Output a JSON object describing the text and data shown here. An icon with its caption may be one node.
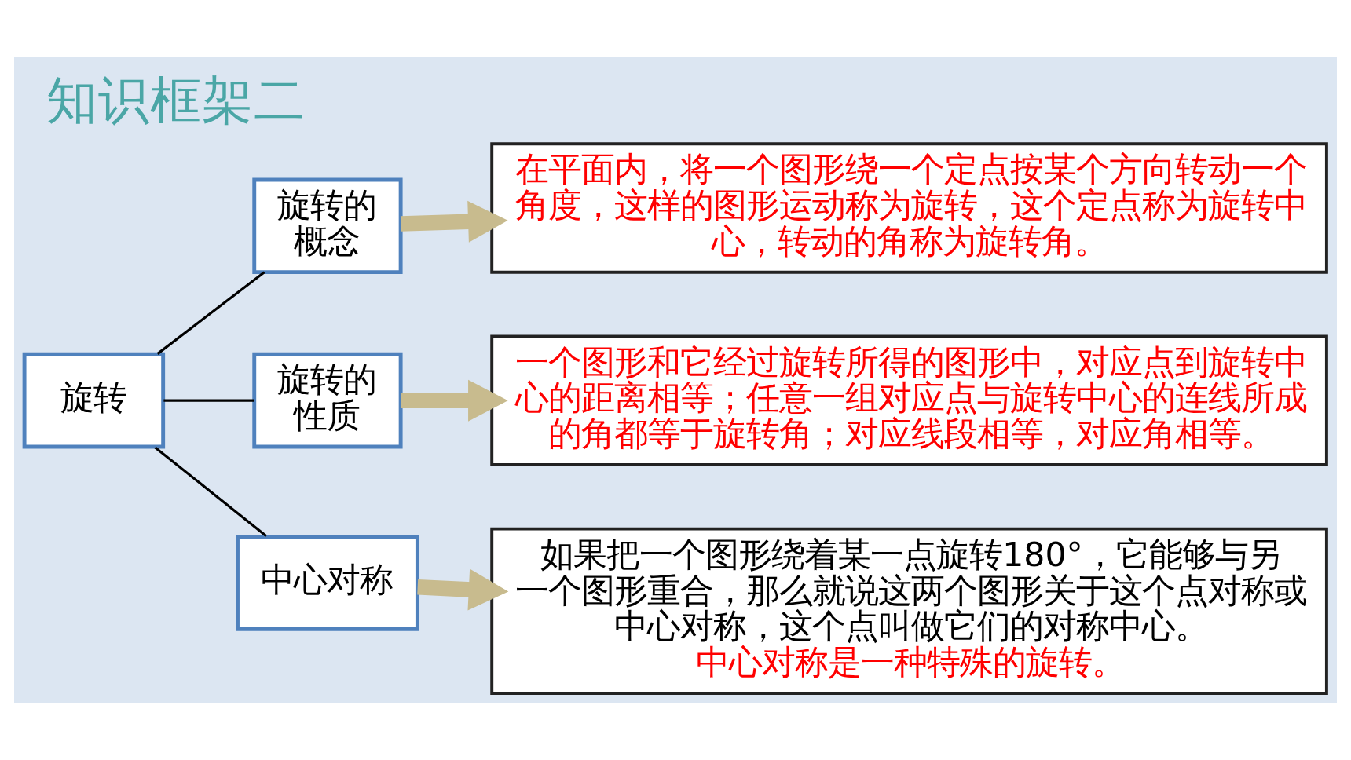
{
  "diagram": {
    "title": "知识框架二",
    "nodes": [
      {
        "text": [
          "旋转"
        ]
      },
      {
        "text": [
          "旋转的概念"
        ]
      },
      {
        "text": [
          "在平面内，将一个图形绕一个定点按某个方向转动一个角度，这样的图形运动称为旋转，这个定点称为旋转中心，转动的角称为旋转角。"
        ]
      },
      {
        "text": [
          "旋转的性质"
        ]
      },
      {
        "text": [
          "一个图形和它经过旋转所得的图形中，对应点到旋转中心的距离相等；任意一组对应点与旋转中心的连线所成的角都等于旋转角；对应线段相等，对应角相等。"
        ]
      },
      {
        "text": [
          "中心对称"
        ]
      },
      {
        "text": [
          "如果把一个图形绕着某一点旋转180°，它能够与另一个图形重合，那么就说这两个图形关于这个点对称或中心对称，这个点叫做它们的对称中心。",
          "中心对称是一种特殊的旋转。"
        ]
      }
    ],
    "edges": [
      {
        "from": 0,
        "to": 1,
        "arrow": "none"
      },
      {
        "from": 0,
        "to": 3,
        "arrow": "none"
      },
      {
        "from": 0,
        "to": 5,
        "arrow": "none"
      },
      {
        "from": 1,
        "to": 2,
        "arrow": "to",
        "style": "thick",
        "color": "#c8bb8e"
      },
      {
        "from": 3,
        "to": 4,
        "arrow": "to",
        "style": "thick",
        "color": "#c8bb8e"
      },
      {
        "from": 5,
        "to": 6,
        "arrow": "to",
        "style": "thick",
        "color": "#c8bb8e"
      }
    ]
  }
}
